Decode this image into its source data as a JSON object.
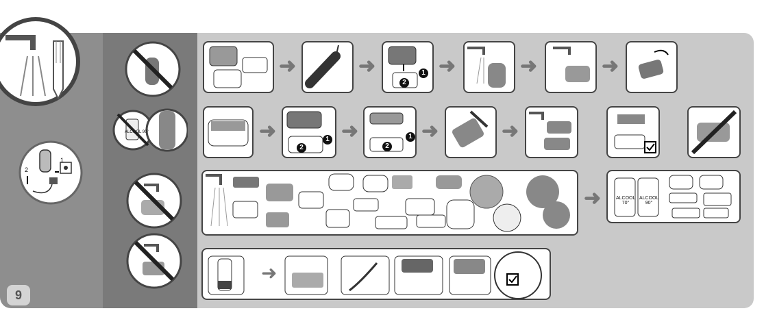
{
  "page": {
    "number": "9"
  },
  "plug_labels": {
    "step1": "1",
    "step2": "2"
  },
  "badges": {
    "one": "1",
    "two": "2"
  },
  "alcohol": {
    "left": "ALCOOL 70°",
    "right": "ALCOOL 90°"
  },
  "bottle_small": {
    "label": "ALCOOL 90°"
  },
  "icons": [
    "faucet-icon",
    "brush-icon",
    "shaver-icon",
    "plug-icon",
    "no-symbol-icon",
    "checkmark-icon",
    "oil-bottle-icon"
  ]
}
